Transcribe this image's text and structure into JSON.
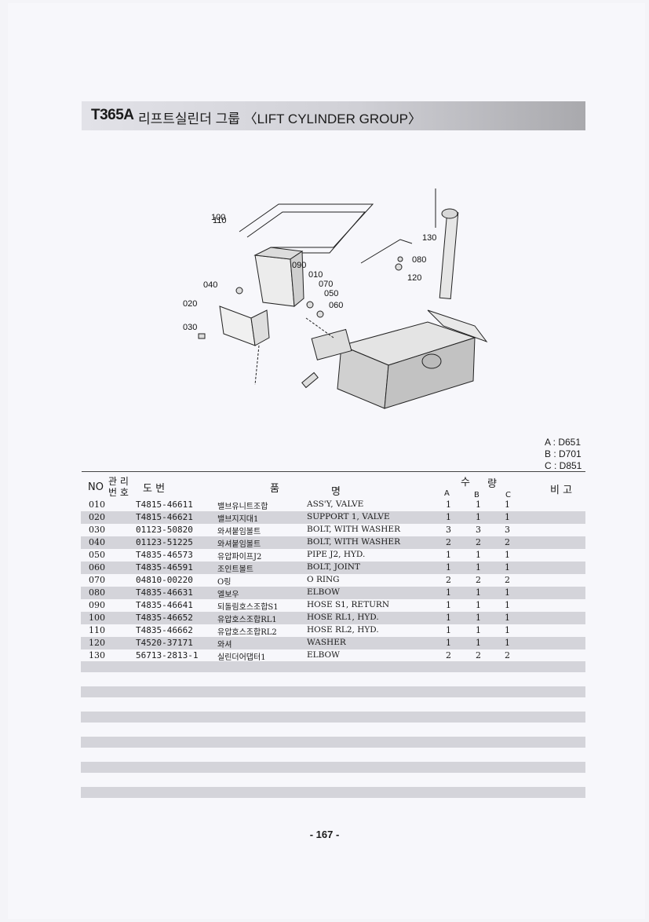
{
  "title": {
    "code": "T365A",
    "text": "리프트실린더 그룹 〈LIFT CYLINDER GROUP〉"
  },
  "callouts": [
    "100",
    "110",
    "130",
    "090",
    "010",
    "070",
    "050",
    "060",
    "080",
    "120",
    "040",
    "020",
    "030"
  ],
  "models": [
    "A : D651",
    "B : D701",
    "C : D851"
  ],
  "header": {
    "no": "NO",
    "mgmt1": "관 리",
    "mgmt2": "번 호",
    "drawing": "도 번",
    "name1": "품",
    "name2": "명",
    "qty1": "수",
    "qty2": "량",
    "a": "A",
    "b": "B",
    "c": "C",
    "remarks": "비 고"
  },
  "parts": [
    {
      "no": "010",
      "part": "T4815-46611",
      "kr": "밸브유니트조합",
      "en": "ASS'Y, VALVE",
      "a": "1",
      "b": "1",
      "c": "1"
    },
    {
      "no": "020",
      "part": "T4815-46621",
      "kr": "밸브지지대1",
      "en": "SUPPORT 1, VALVE",
      "a": "1",
      "b": "1",
      "c": "1"
    },
    {
      "no": "030",
      "part": "01123-50820",
      "kr": "와셔붙임볼트",
      "en": "BOLT, WITH WASHER",
      "a": "3",
      "b": "3",
      "c": "3"
    },
    {
      "no": "040",
      "part": "01123-51225",
      "kr": "와셔붙임볼트",
      "en": "BOLT, WITH WASHER",
      "a": "2",
      "b": "2",
      "c": "2"
    },
    {
      "no": "050",
      "part": "T4835-46573",
      "kr": "유압파이프J2",
      "en": "PIPE J2, HYD.",
      "a": "1",
      "b": "1",
      "c": "1"
    },
    {
      "no": "060",
      "part": "T4835-46591",
      "kr": "조인트볼트",
      "en": "BOLT, JOINT",
      "a": "1",
      "b": "1",
      "c": "1"
    },
    {
      "no": "070",
      "part": "04810-00220",
      "kr": "O링",
      "en": "O RING",
      "a": "2",
      "b": "2",
      "c": "2"
    },
    {
      "no": "080",
      "part": "T4835-46631",
      "kr": "엘보우",
      "en": "ELBOW",
      "a": "1",
      "b": "1",
      "c": "1"
    },
    {
      "no": "090",
      "part": "T4835-46641",
      "kr": "되돌림호스조합S1",
      "en": "HOSE S1, RETURN",
      "a": "1",
      "b": "1",
      "c": "1"
    },
    {
      "no": "100",
      "part": "T4835-46652",
      "kr": "유압호스조합RL1",
      "en": "HOSE RL1, HYD.",
      "a": "1",
      "b": "1",
      "c": "1"
    },
    {
      "no": "110",
      "part": "T4835-46662",
      "kr": "유압호스조합RL2",
      "en": "HOSE RL2, HYD.",
      "a": "1",
      "b": "1",
      "c": "1"
    },
    {
      "no": "120",
      "part": "T4520-37171",
      "kr": "와셔",
      "en": "WASHER",
      "a": "1",
      "b": "1",
      "c": "1"
    },
    {
      "no": "130",
      "part": "56713-2813-1",
      "kr": "실린더어댑터1",
      "en": "ELBOW",
      "a": "2",
      "b": "2",
      "c": "2"
    }
  ],
  "page_number": "- 167 -"
}
